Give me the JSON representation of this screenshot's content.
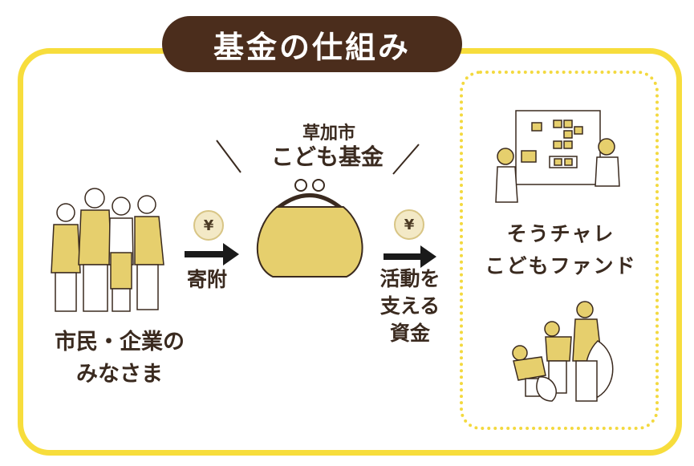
{
  "title": "基金の仕組み",
  "fund": {
    "line1": "草加市",
    "line2": "こども基金"
  },
  "donors": {
    "line1": "市民・企業の",
    "line2": "みなさま"
  },
  "flow": {
    "donation_label": "寄附",
    "support_line1": "活動を",
    "support_line2": "支える",
    "support_line3": "資金"
  },
  "program": {
    "line1": "そうチャレ",
    "line2": "こどもファンド"
  },
  "currency_symbol": "¥",
  "colors": {
    "frame": "#f7dd3c",
    "title_bg": "#4b2d1c",
    "accent_yellow": "#e6cf6d",
    "text": "#3a2a1f"
  },
  "icons": [
    "people-group-illustration",
    "purse-illustration",
    "whiteboard-meeting-illustration",
    "cleanup-activity-illustration",
    "arrow-right-icon",
    "yen-coin-icon"
  ]
}
